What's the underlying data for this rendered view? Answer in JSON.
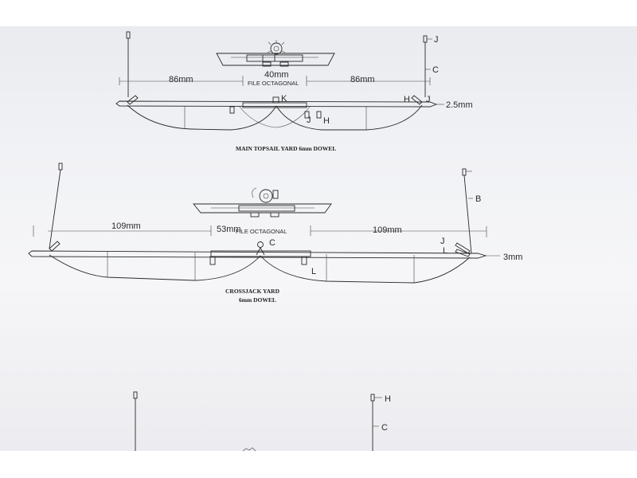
{
  "yard1": {
    "dim_left": "86mm",
    "dim_center": "40mm",
    "dim_right": "86mm",
    "center_note": "FILE OCTAGONAL",
    "end_size": "2.5mm",
    "labels": {
      "j_top": "J",
      "c": "C",
      "h": "H",
      "j_right": "J",
      "k": "K",
      "j_mid": "J",
      "h_mid": "H"
    },
    "caption": "MAIN TOPSAIL YARD 6mm DOWEL"
  },
  "yard2": {
    "dim_left": "109mm",
    "dim_center": "53mm",
    "dim_right": "109mm",
    "center_note": "FILE OCTAGONAL",
    "end_size": "3mm",
    "labels": {
      "b": "B",
      "c": "C",
      "j": "J",
      "l_right": "L",
      "l_mid": "L"
    },
    "caption_line1": "CROSSJACK YARD",
    "caption_line2": "6mm DOWEL"
  },
  "yard3": {
    "labels": {
      "h": "H",
      "c": "C"
    }
  }
}
